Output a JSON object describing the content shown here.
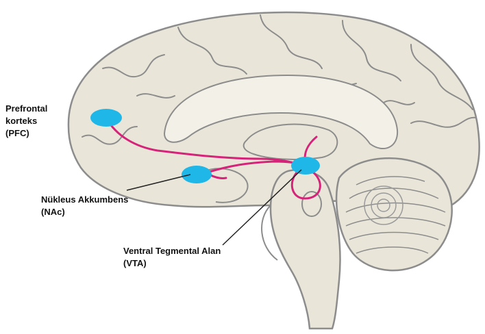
{
  "colors": {
    "brain_fill": "#e9e6d9",
    "brain_outline": "#8c8c8c",
    "inner_fill": "#f3f1e7",
    "pathway": "#d6237a",
    "region": "#1fb6e8",
    "leader_line": "#222222",
    "text": "#111111"
  },
  "labels": {
    "pfc": {
      "line1": "Prefrontal",
      "line2": "korteks",
      "line3": "(PFC)"
    },
    "nac": {
      "line1": "Nükleus Akkumbens",
      "line2": "(NAc)"
    },
    "vta": {
      "line1": "Ventral Tegmental Alan",
      "line2": "(VTA)"
    }
  },
  "regions": [
    {
      "id": "pfc",
      "color": "#1fb6e8"
    },
    {
      "id": "nac",
      "color": "#1fb6e8"
    },
    {
      "id": "vta",
      "color": "#1fb6e8"
    }
  ]
}
